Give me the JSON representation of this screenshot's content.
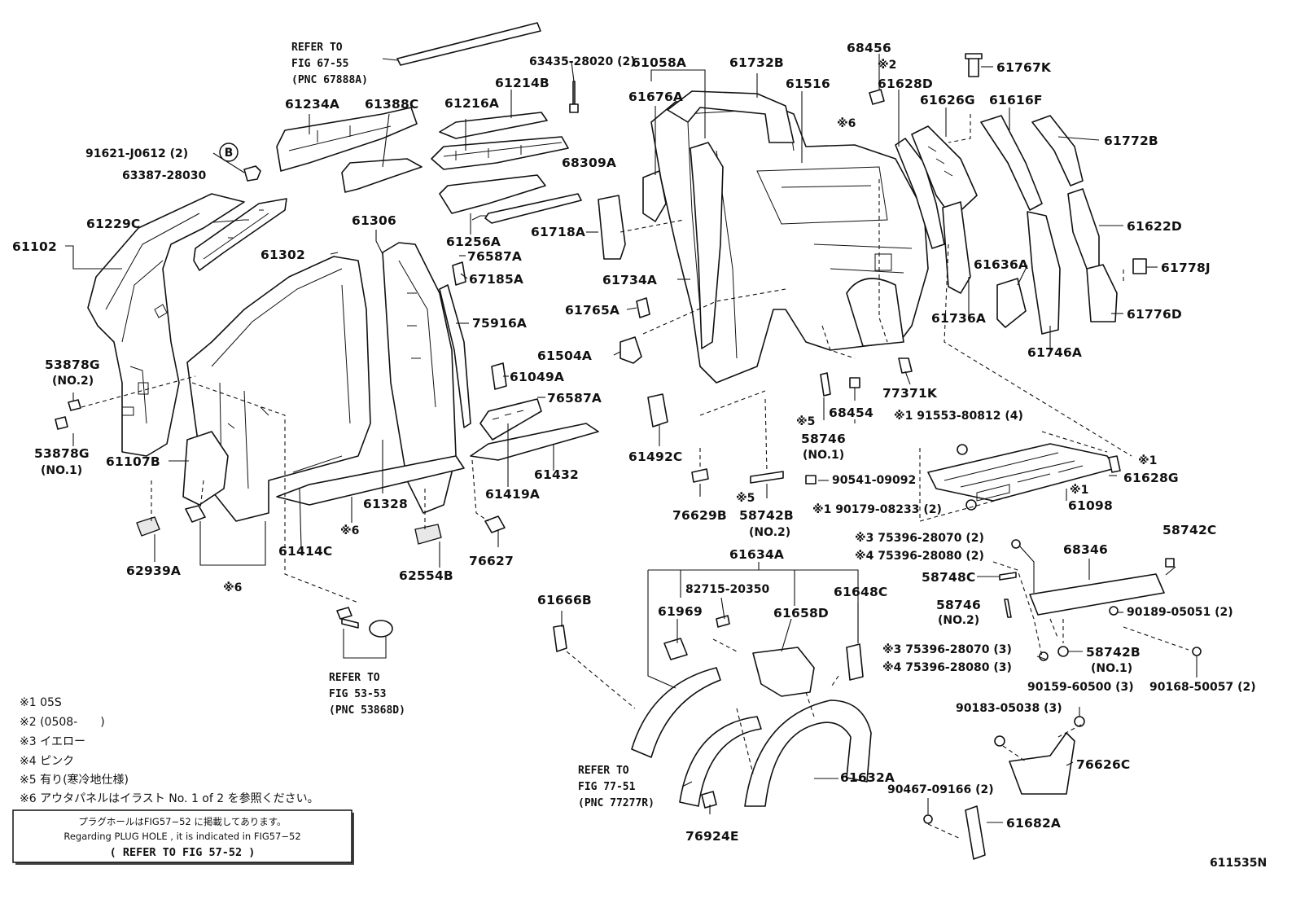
{
  "diagram_id": "611535N",
  "labels": {
    "p61102": "61102",
    "p61229C": "61229C",
    "p91621": "91621-J0612 (2)",
    "circle_b": "B",
    "p63387": "63387-28030",
    "p61234A": "61234A",
    "p61388C": "61388C",
    "ref1_l1": "REFER TO",
    "ref1_l2": "FIG 67-55",
    "ref1_l3": "(PNC 67888A)",
    "p63435": "63435-28020 (2)",
    "p61214B": "61214B",
    "p61216A": "61216A",
    "p68309A": "68309A",
    "p61256A": "61256A",
    "p61718A": "61718A",
    "p61058A": "61058A",
    "p61732B": "61732B",
    "p61676A": "61676A",
    "p61516": "61516",
    "p68456": "68456",
    "mark2_top": "※2",
    "p61628D": "61628D",
    "mark6_top": "※6",
    "p61767K": "61767K",
    "p61626G": "61626G",
    "p61616F": "61616F",
    "p61772B": "61772B",
    "p61622D": "61622D",
    "p61778J": "61778J",
    "p61776D": "61776D",
    "p61636A": "61636A",
    "p61736A": "61736A",
    "p61746A": "61746A",
    "p53878G_2": "53878G",
    "no2_a": "(NO.2)",
    "p53878G_1": "53878G",
    "no1_a": "(NO.1)",
    "p61107B": "61107B",
    "p61302": "61302",
    "p61306": "61306",
    "p76587A_1": "76587A",
    "p67185A": "67185A",
    "p75916A": "75916A",
    "p61049A": "61049A",
    "p76587A_2": "76587A",
    "p61734A": "61734A",
    "p61765A": "61765A",
    "p61504A": "61504A",
    "p61492C": "61492C",
    "p61432": "61432",
    "p61419A": "61419A",
    "p61328": "61328",
    "p61414C": "61414C",
    "mark6_mid": "※6",
    "p62939A": "62939A",
    "mark6_low": "※6",
    "p62554B": "62554B",
    "p76627": "76627",
    "p77371K": "77371K",
    "p68454": "68454",
    "mark5_a": "※5",
    "p58746_1": "58746",
    "no1_b": "(NO.1)",
    "p91553": "※1 91553-80812 (4)",
    "mark1_r": "※1",
    "p61628G": "61628G",
    "p90541": "90541-09092",
    "mark1_r2": "※1",
    "p61098": "61098",
    "p90179": "※1 90179-08233 (2)",
    "p76629B": "76629B",
    "mark5_b": "※5",
    "p58742B_2": "58742B",
    "no2_b": "(NO.2)",
    "p61634A": "61634A",
    "p82715": "82715-20350",
    "p61969": "61969",
    "p61658D": "61658D",
    "p61648C": "61648C",
    "p61666B": "61666B",
    "ref2_l1": "REFER TO",
    "ref2_l2": "FIG 53-53",
    "ref2_l3": "(PNC 53868D)",
    "ref3_l1": "REFER TO",
    "ref3_l2": "FIG 77-51",
    "ref3_l3": "(PNC 77277R)",
    "p61632A": "61632A",
    "p76924E": "76924E",
    "p75396_70_2": "※3 75396-28070 (2)",
    "p75396_80_2": "※4 75396-28080 (2)",
    "p68346": "68346",
    "p58742C": "58742C",
    "p58748C": "58748C",
    "p58746_2": "58746",
    "no2_c": "(NO.2)",
    "p90189": "90189-05051 (2)",
    "p75396_70_3": "※3 75396-28070 (3)",
    "p75396_80_3": "※4 75396-28080 (3)",
    "p58742B_1": "58742B",
    "no1_c": "(NO.1)",
    "p90159": "90159-60500 (3)",
    "p90168": "90168-50057 (2)",
    "p90183": "90183-05038 (3)",
    "p76626C": "76626C",
    "p90467": "90467-09166 (2)",
    "p61682A": "61682A"
  },
  "notes": [
    "※1 05S",
    "※2 (0508-　　)",
    "※3 イエロー",
    "※4 ピンク",
    "※5 有り(寒冷地仕様)",
    "※6 アウタパネルはイラスト No. 1 of 2 を参照ください。"
  ],
  "plug_box": {
    "line1": "プラグホールはFIG57−52 に掲載してあります。",
    "line2": "Regarding  PLUG HOLE , it is indicated in FIG57−52",
    "line3": "( REFER TO FIG 57-52 )"
  }
}
